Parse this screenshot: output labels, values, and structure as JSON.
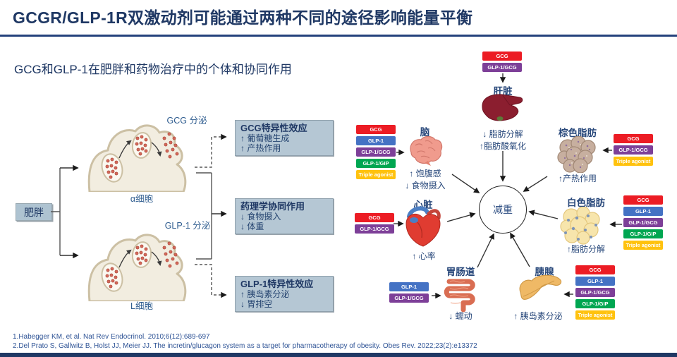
{
  "header": {
    "title": "GCGR/GLP-1R双激动剂可能通过两种不同的途径影响能量平衡",
    "subtitle": "GCG和GLP-1在肥胖和药物治疗中的个体和协同作用"
  },
  "left_pathway": {
    "obesity_label": "肥胖",
    "alpha_cell": {
      "secretion": "GCG 分泌",
      "cell": "α细胞"
    },
    "l_cell": {
      "secretion": "GLP-1 分泌",
      "cell": "L细胞"
    },
    "effect_boxes": [
      {
        "title": "GCG特异性效应",
        "items": [
          "↑ 葡萄糖生成",
          "↑ 产热作用"
        ]
      },
      {
        "title": "药理学协同作用",
        "items": [
          "↓ 食物摄入",
          "↓ 体重"
        ]
      },
      {
        "title": "GLP-1特异性效应",
        "items": [
          "↑ 胰岛素分泌",
          "↓ 胃排空"
        ]
      }
    ]
  },
  "network": {
    "center": "减重",
    "organs": [
      {
        "id": "liver",
        "name": "肝脏",
        "effects": [
          "↓ 脂肪分解",
          "↑脂肪酸氧化"
        ],
        "agonists": [
          "GCG",
          "GLP-1/GCG"
        ]
      },
      {
        "id": "brain",
        "name": "脑",
        "effects": [
          "↑ 饱腹感",
          "↓ 食物摄入"
        ],
        "agonists": [
          "GCG",
          "GLP-1",
          "GLP-1/GCG",
          "GLP-1/GIP",
          "Triple agonist"
        ]
      },
      {
        "id": "brown_fat",
        "name": "棕色脂肪",
        "effects": [
          "↑产热作用"
        ],
        "agonists": [
          "GCG",
          "GLP-1/GCG",
          "Triple agonist"
        ]
      },
      {
        "id": "heart",
        "name": "心脏",
        "effects": [
          "↑ 心率"
        ],
        "agonists": [
          "GCG",
          "GLP-1/GCG"
        ]
      },
      {
        "id": "white_fat",
        "name": "白色脂肪",
        "effects": [
          "↑脂肪分解"
        ],
        "agonists": [
          "GCG",
          "GLP-1",
          "GLP-1/GCG",
          "GLP-1/GIP",
          "Triple agonist"
        ]
      },
      {
        "id": "gi_tract",
        "name": "胃肠道",
        "effects": [
          "↓ 蠕动"
        ],
        "agonists": [
          "GLP-1",
          "GLP-1/GCG"
        ]
      },
      {
        "id": "pancreas",
        "name": "胰腺",
        "effects": [
          "↑ 胰岛素分泌"
        ],
        "agonists": [
          "GCG",
          "GLP-1",
          "GLP-1/GCG",
          "GLP-1/GIP",
          "Triple agonist"
        ]
      }
    ]
  },
  "agonist_colors": {
    "GCG": "#EC1C24",
    "GLP-1": "#4472C4",
    "GLP-1/GCG": "#7D3F98",
    "GLP-1/GIP": "#00A651",
    "Triple agonist": "#FFC20E"
  },
  "theme": {
    "navy": "#1F3864",
    "box_fill": "#B5C7D4",
    "rule_blue": "#24427C"
  },
  "references": [
    "1.Habegger KM, et al. Nat Rev Endocrinol. 2010;6(12):689-697",
    "2.Del Prato S, Gallwitz B, Holst JJ, Meier JJ. The incretin/glucagon system as a target for pharmacotherapy of obesity. Obes Rev. 2022;23(2):e13372"
  ]
}
